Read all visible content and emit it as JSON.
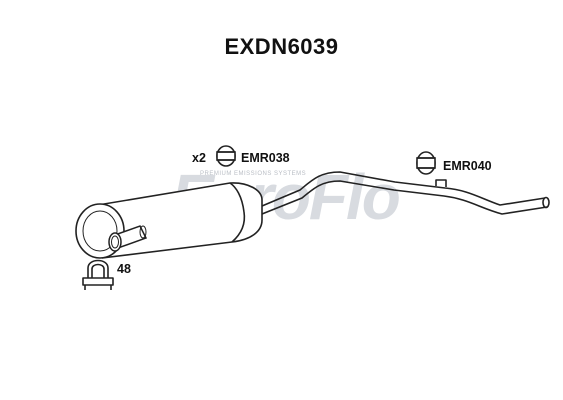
{
  "title": "EXDN6039",
  "watermark": {
    "brand": "EuroFlo",
    "tagline": "PREMIUM EMISSIONS SYSTEMS"
  },
  "parts": {
    "mount_a": {
      "quantity": "x2",
      "code": "EMR038",
      "icon": "rubber-mount-icon"
    },
    "mount_b": {
      "code": "EMR040",
      "icon": "rubber-mount-icon"
    },
    "clamp": {
      "size": "48",
      "icon": "u-bolt-clamp-icon"
    }
  },
  "colors": {
    "line": "#222222",
    "watermark": "#d8dbe0",
    "watermark_accent": "#e7a6a6"
  }
}
